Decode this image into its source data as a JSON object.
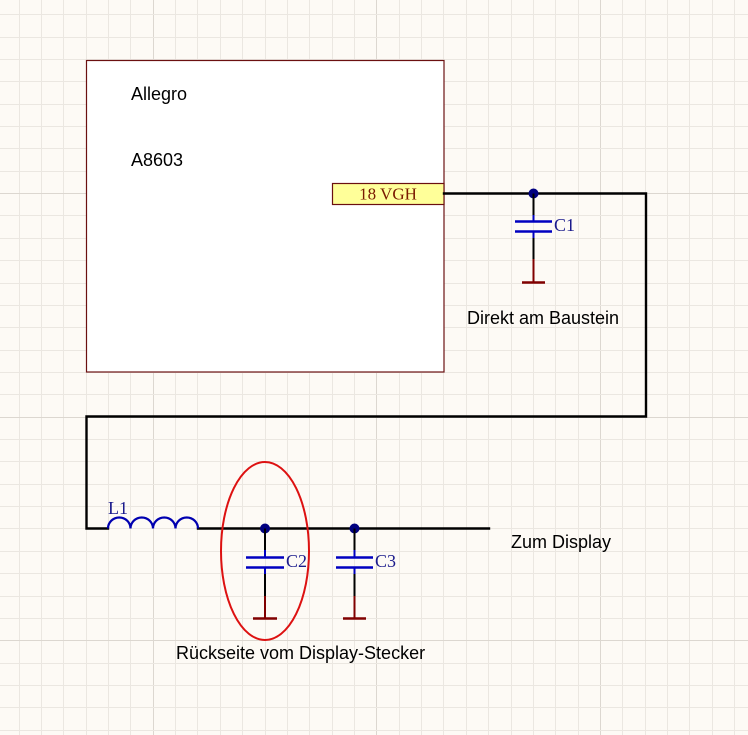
{
  "background_color": "#fdfaf5",
  "chip": {
    "manufacturer": "Allegro",
    "part_number": "A8603",
    "pin_label": "18 VGH",
    "pin_fill_color": "#ffff99",
    "border_color": "#6b1010"
  },
  "components": {
    "capacitors": [
      {
        "designator": "C1",
        "location_note": "Direkt am Baustein"
      },
      {
        "designator": "C2",
        "highlighted": true
      },
      {
        "designator": "C3"
      }
    ],
    "inductor": {
      "designator": "L1"
    }
  },
  "annotations": {
    "near_chip": "Direkt am Baustein",
    "output": "Zum Display",
    "highlight_note": "Rückseite vom Display-Stecker"
  },
  "colors": {
    "wire": "#000000",
    "capacitor": "#0000c0",
    "ground": "#800000",
    "junction": "#000080",
    "designator_text": "#1a1a8c",
    "highlight_ellipse": "#dd1111"
  },
  "nets": [
    {
      "from": "chip.18 VGH",
      "to": "C1"
    },
    {
      "from": "C1",
      "to": "L1"
    },
    {
      "from": "L1",
      "to": "C2"
    },
    {
      "from": "C2",
      "to": "C3"
    },
    {
      "from": "C3",
      "to": "Zum Display"
    }
  ]
}
